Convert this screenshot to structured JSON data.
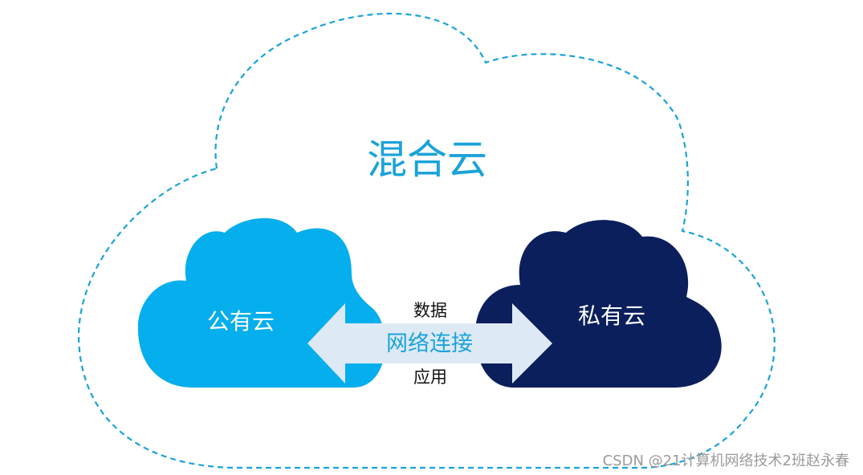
{
  "title": "混合云",
  "public_cloud": {
    "label": "公有云"
  },
  "private_cloud": {
    "label": "私有云"
  },
  "connection": {
    "label": "网络连接",
    "top_label": "数据",
    "bottom_label": "应用"
  },
  "watermark": "CSDN @21计算机网络技术2班赵永春",
  "colors": {
    "title": "#1aa3d9",
    "dashed_outline": "#1aa3d9",
    "public_cloud": "#05aeec",
    "private_cloud": "#0b1f5c",
    "arrow_fill": "#dde9f5",
    "arrow_text": "#1aa3d9",
    "cloud_text": "#ffffff",
    "small_text": "#111111",
    "watermark": "#9a9a9a"
  }
}
